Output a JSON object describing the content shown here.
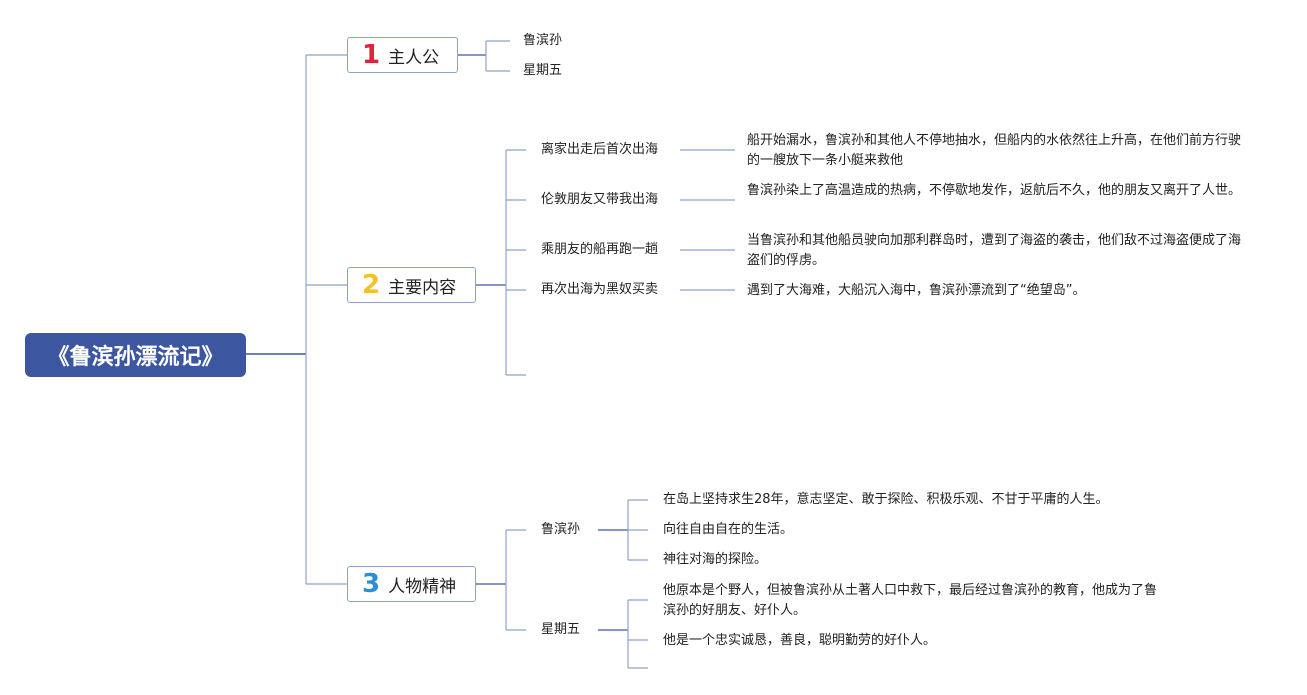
{
  "root": {
    "title": "《鲁滨孙漂流记》"
  },
  "branch1": {
    "number": "1",
    "label": "主人公",
    "number_color": "#d9263a",
    "items": [
      "鲁滨孙",
      "星期五"
    ]
  },
  "branch2": {
    "number": "2",
    "label": "主要内容",
    "number_color": "#f2c22e",
    "events": [
      {
        "title": "离家出走后首次出海",
        "detail": "船开始漏水，鲁滨孙和其他人不停地抽水，但船内的水依然往上升高，在他们前方行驶的一艘放下一条小艇来救他"
      },
      {
        "title": "伦敦朋友又带我出海",
        "detail": "鲁滨孙染上了高温造成的热病，不停歇地发作，返航后不久，他的朋友又离开了人世。"
      },
      {
        "title": "乘朋友的船再跑一趟",
        "detail": "当鲁滨孙和其他船员驶向加那利群岛时，遭到了海盗的袭击，他们敌不过海盗便成了海盗们的俘虏。"
      },
      {
        "title": "再次出海为黑奴买卖",
        "detail": "遇到了大海难，大船沉入海中，鲁滨孙漂流到了“绝望岛”。"
      }
    ]
  },
  "branch3": {
    "number": "3",
    "label": "人物精神",
    "number_color": "#2a8fd6",
    "characters": [
      {
        "name": "鲁滨孙",
        "traits": [
          "在岛上坚持求生28年，意志坚定、敢于探险、积极乐观、不甘于平庸的人生。",
          "向往自由自在的生活。",
          "神往对海的探险。"
        ]
      },
      {
        "name": "星期五",
        "traits": [
          "他原本是个野人，但被鲁滨孙从土著人口中救下，最后经过鲁滨孙的教育，他成为了鲁滨孙的好朋友、好仆人。",
          "他是一个忠实诚恳，善良，聪明勤劳的好仆人。"
        ]
      }
    ]
  },
  "colors": {
    "root_bg": "#3d56a0",
    "line": "#8ea3c7",
    "line_dark": "#3d56a0"
  }
}
